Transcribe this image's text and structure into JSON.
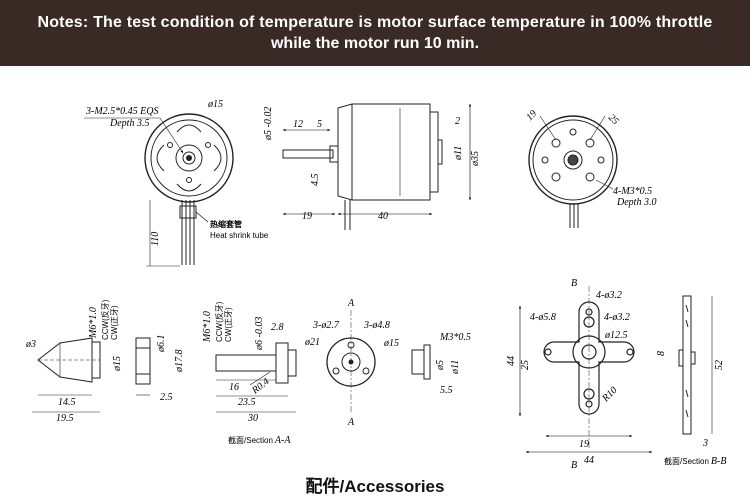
{
  "banner": {
    "line1": "Notes: The test condition of temperature is motor surface temperature in 100% throttle",
    "line2": "while the motor run 10 min."
  },
  "view1": {
    "thread": "3-M2.5*0.45 EQS",
    "depth": "Depth 3.5",
    "phi15": "ø15",
    "len110": "110",
    "heat_zh": "热缩套管",
    "heat_en": "Heat shrink tube"
  },
  "view2": {
    "d5": "ø5 -0.02",
    "d12": "12",
    "d5b": "5",
    "d2": "2",
    "d11": "ø11",
    "d35": "ø35",
    "d45": "4.5",
    "d19": "19",
    "d40": "40"
  },
  "view3": {
    "d19": "19",
    "d25": "25",
    "m3": "4-M3*0.5",
    "depth": "Depth 3.0"
  },
  "bullet": {
    "d3": "ø3",
    "d145": "14.5",
    "d195": "19.5",
    "d15": "ø15",
    "m6": "M6*1.0",
    "ccw": "CCW(反牙)",
    "cw": "CW(正牙)"
  },
  "nut": {
    "d61": "ø6.1",
    "d178": "ø17.8",
    "d25": "2.5"
  },
  "shaft": {
    "m6": "M6*1.0",
    "ccw": "CCW(反牙)",
    "cw": "CW(正牙)",
    "d6": "ø6 -0.03",
    "d28": "2.8",
    "d21": "ø21",
    "d16": "16",
    "r04": "R0.4",
    "d235": "23.5",
    "d30": "30"
  },
  "section_aa": {
    "zh": "截面/",
    "en": "Section",
    "mark": "A-A"
  },
  "prop": {
    "a1": "A",
    "a2": "A",
    "d27": "3-ø2.7",
    "d48": "3-ø4.8",
    "d15": "ø15",
    "m3": "M3*0.5",
    "d5": "ø5",
    "d11": "ø11",
    "d55": "5.5"
  },
  "cross": {
    "b1": "B",
    "b2": "B",
    "d32a": "4-ø3.2",
    "d58": "4-ø5.8",
    "d32b": "4-ø3.2",
    "d125": "ø12.5",
    "d44v": "44",
    "d25": "25",
    "d8": "8",
    "r10": "R10",
    "d19": "19",
    "d44h": "44"
  },
  "section_bb": {
    "zh": "截面/",
    "en": "Section",
    "mark": "B-B",
    "d52": "52",
    "d3": "3"
  },
  "footer": {
    "zh": "配件/",
    "en": "Accessories"
  }
}
